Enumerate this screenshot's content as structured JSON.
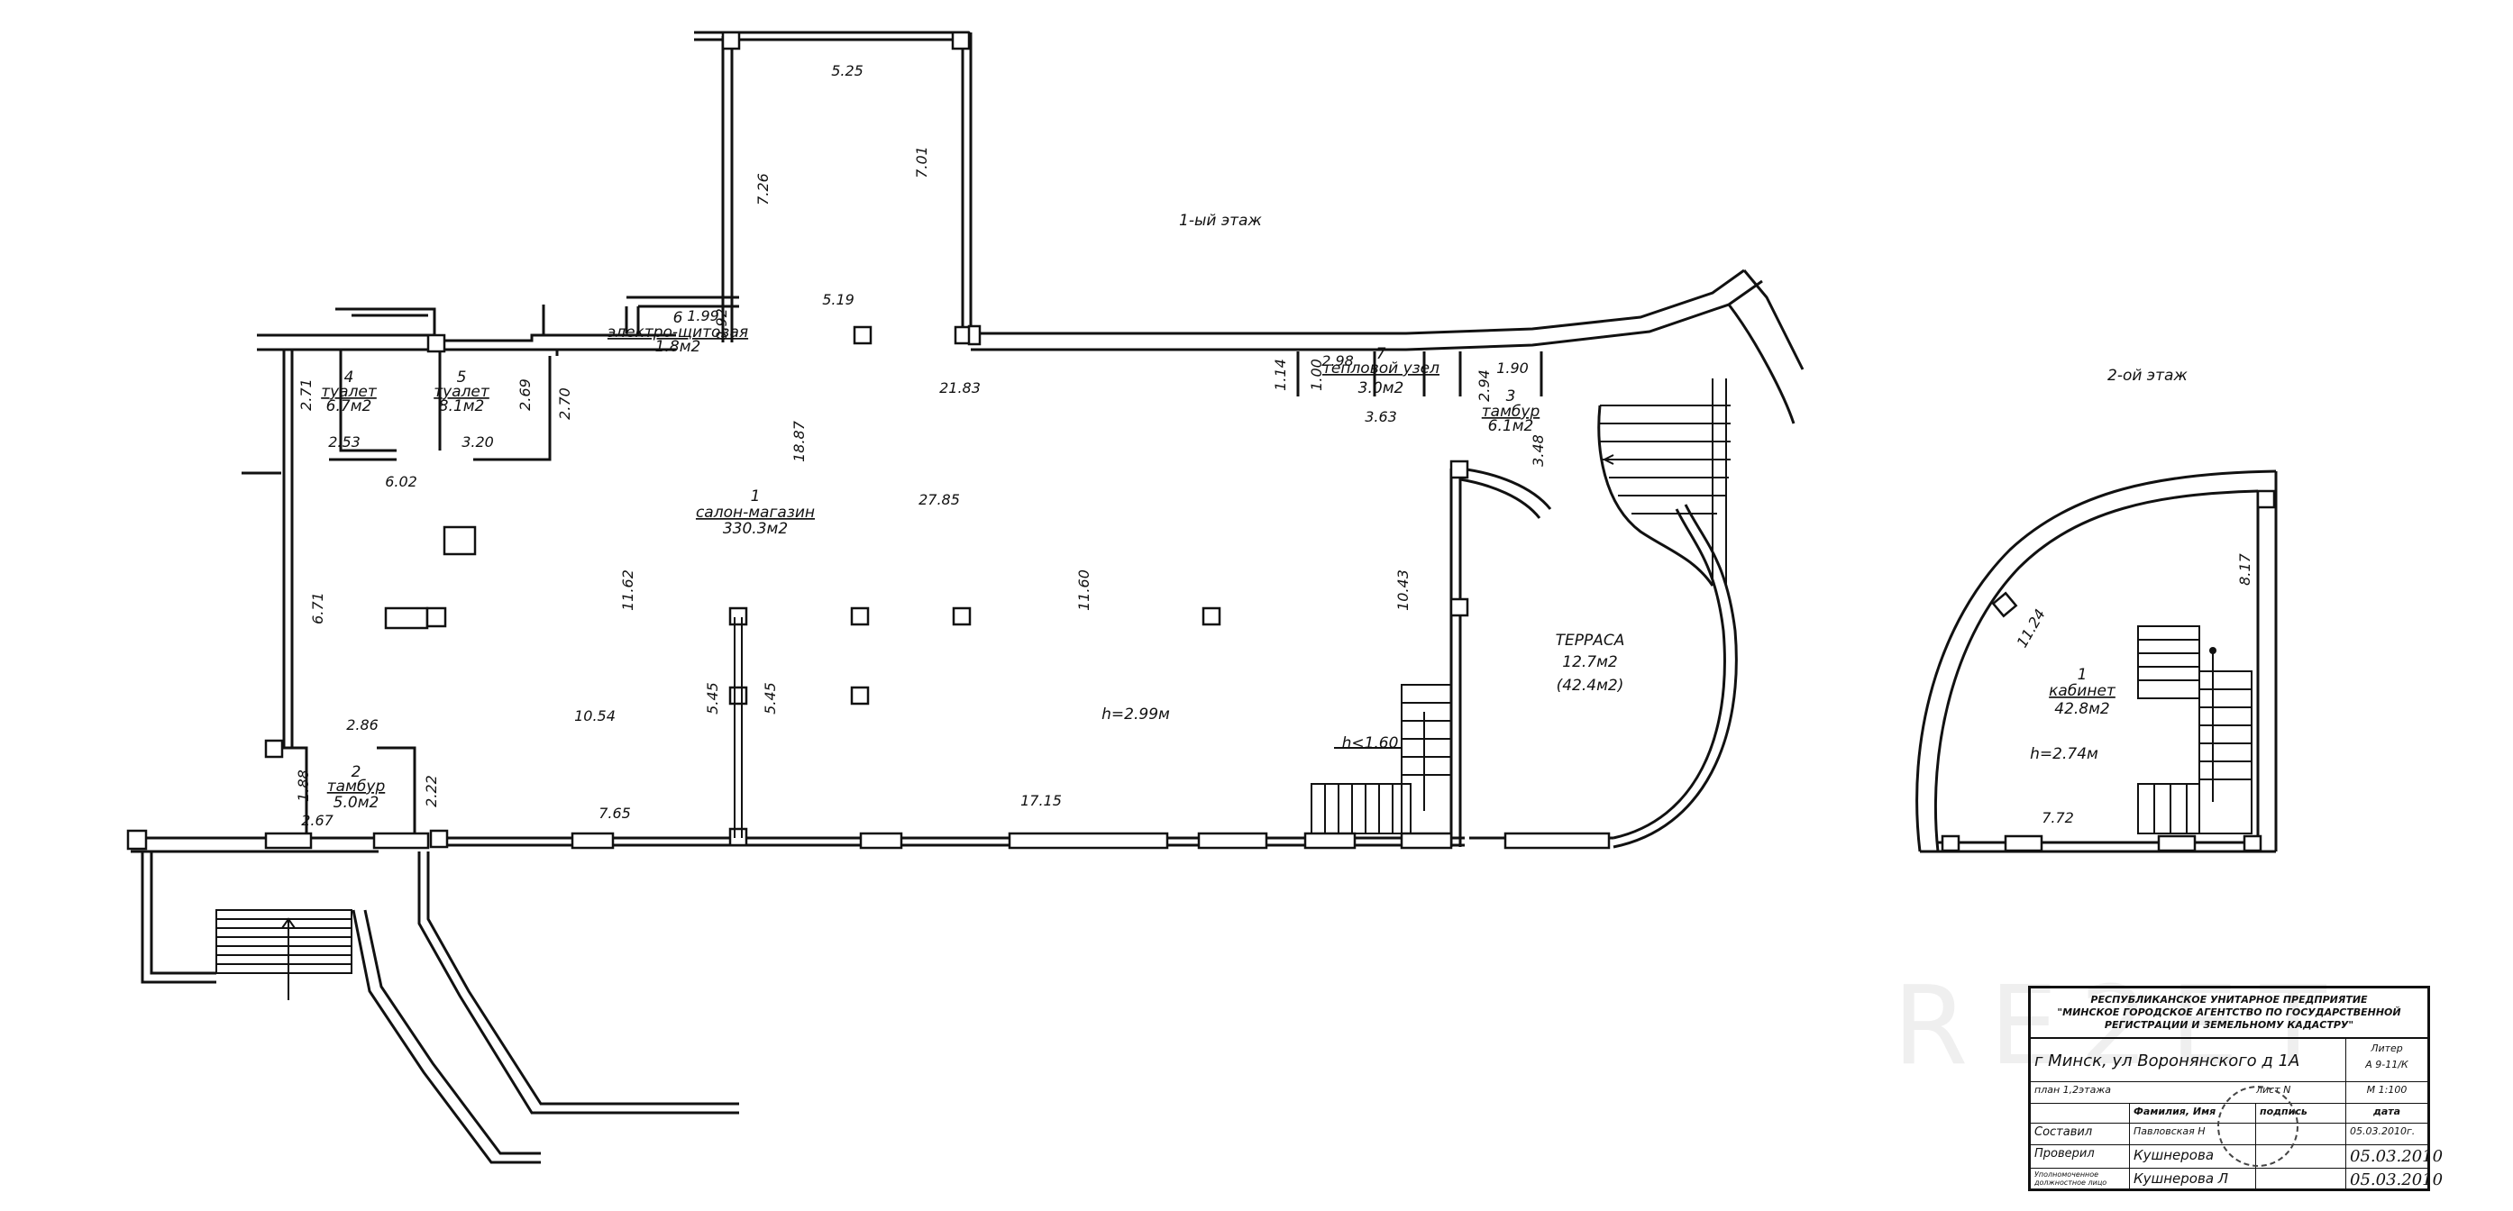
{
  "floors": {
    "first": "1-ый этаж",
    "second": "2-ой этаж"
  },
  "rooms": {
    "r1": {
      "num": "1",
      "name": "салон-магазин",
      "area": "330.3м2"
    },
    "r2": {
      "num": "2",
      "name": "тамбур",
      "area": "5.0м2"
    },
    "r3": {
      "num": "3",
      "name": "тамбур",
      "area": "6.1м2"
    },
    "r4": {
      "num": "4",
      "name": "туалет",
      "area": "6.7м2"
    },
    "r5": {
      "num": "5",
      "name": "туалет",
      "area": "8.1м2"
    },
    "r6": {
      "num": "6",
      "name": "электро-щитовая",
      "area": "1.8м2"
    },
    "r7": {
      "num": "7",
      "name": "тепловой узел",
      "area": "3.0м2"
    },
    "terrace": {
      "name": "ТЕРРАСА",
      "area": "12.7м2",
      "area2": "(42.4м2)"
    },
    "office": {
      "num": "1",
      "name": "кабинет",
      "area": "42.8м2"
    }
  },
  "heights": {
    "h1": "h=2.99м",
    "h2": "h=2.74м",
    "h3": "h<1.60"
  },
  "dims": {
    "d525": "5.25",
    "d701": "7.01",
    "d726": "7.26",
    "d519": "5.19",
    "d2183": "21.83",
    "d1887": "18.87",
    "d2785": "27.85",
    "d1162": "11.62",
    "d1160": "11.60",
    "d1054": "10.54",
    "d545a": "5.45",
    "d545b": "5.45",
    "d1715": "17.15",
    "d765": "7.65",
    "d602": "6.02",
    "d253": "2.53",
    "d320": "3.20",
    "d271": "2.71",
    "d269": "2.69",
    "d270": "2.70",
    "d671": "6.71",
    "d286": "2.86",
    "d188": "1.88",
    "d267": "2.67",
    "d222": "2.22",
    "d199": "1.99",
    "d092": "0.92",
    "d114": "1.14",
    "d100": "1.00",
    "d298": "2.98",
    "d363": "3.63",
    "d294": "2.94",
    "d190": "1.90",
    "d348": "3.48",
    "d1043": "10.43",
    "d817": "8.17",
    "d1124": "11.24",
    "d772": "7.72"
  },
  "stamp": {
    "org_line1": "РЕСПУБЛИКАНСКОЕ УНИТАРНОЕ ПРЕДПРИЯТИЕ",
    "org_line2": "\"МИНСКОЕ ГОРОДСКОЕ АГЕНТСТВО ПО ГОСУДАРСТВЕННОЙ",
    "org_line3": "РЕГИСТРАЦИИ И ЗЕМЕЛЬНОМУ КАДАСТРУ\"",
    "address": "г Минск, ул Воронянского д 1А",
    "liter_label": "Литер",
    "liter_value": "А 9-11/К",
    "plan_label": "план 1,2этажа",
    "sheet_label": "лист N",
    "scale": "М 1:100",
    "col_name": "Фамилия, Имя",
    "col_sign": "подпись",
    "col_date": "дата",
    "row1_role": "Составил",
    "row1_name": "Павловская Н",
    "row1_date": "05.03.2010г.",
    "row2_role": "Проверил",
    "row2_name": "Кушнерова",
    "row2_date": "05.03.2010",
    "row3_role": "Уполномоченное должностное лицо",
    "row3_name": "Кушнерова Л",
    "row3_date": "05.03.2010"
  }
}
